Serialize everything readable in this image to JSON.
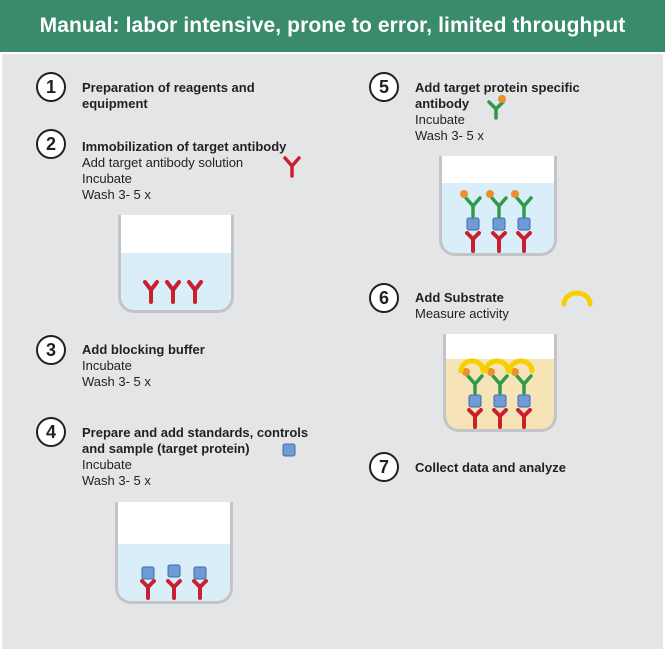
{
  "header": {
    "title": "Manual: labor intensive, prone to error, limited throughput"
  },
  "steps": [
    {
      "number": "1",
      "title_lines": [
        "Preparation of reagents and",
        "equipment"
      ],
      "details": []
    },
    {
      "number": "2",
      "title_lines": [
        "Immobilization of target antibody"
      ],
      "details": [
        "Add target antibody solution",
        "Incubate",
        "Wash 3- 5 x"
      ]
    },
    {
      "number": "3",
      "title_lines": [
        "Add blocking buffer"
      ],
      "details": [
        "Incubate",
        "Wash 3- 5 x"
      ]
    },
    {
      "number": "4",
      "title_lines": [
        "Prepare and add standards, controls",
        "and sample (target protein)"
      ],
      "details": [
        "Incubate",
        "Wash 3- 5 x"
      ]
    },
    {
      "number": "5",
      "title_lines": [
        "Add target protein specific",
        "antibody"
      ],
      "details": [
        "Incubate",
        "Wash 3- 5 x"
      ]
    },
    {
      "number": "6",
      "title_lines": [
        "Add Substrate"
      ],
      "details": [
        "Measure activity"
      ]
    },
    {
      "number": "7",
      "title_lines": [
        "Collect data and analyze"
      ],
      "details": []
    }
  ],
  "colors": {
    "header_bg": "#3a8a6c",
    "panel_bg": "#e4e5e6",
    "capture_antibody": "#c8202f",
    "protein": "#6f9bd6",
    "detection_antibody": "#2e9a4a",
    "label_dot": "#e8912e",
    "substrate": "#f5d000",
    "well_liquid": "#d9eef8",
    "well_liquid_substrate": "#f6e4b8"
  }
}
